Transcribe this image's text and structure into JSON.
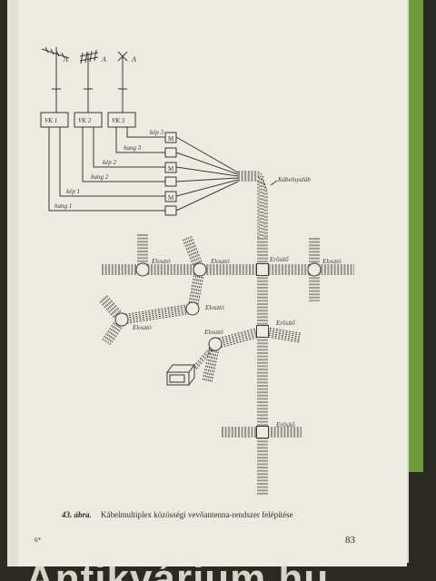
{
  "diagram": {
    "antennas": [
      {
        "id": "a1",
        "label": "A"
      },
      {
        "id": "a2",
        "label": "A"
      },
      {
        "id": "a3",
        "label": "A"
      }
    ],
    "amplifiers": [
      {
        "id": "vk1",
        "label": "VK 1"
      },
      {
        "id": "vk2",
        "label": "VK 2"
      },
      {
        "id": "vk3",
        "label": "VK 3"
      }
    ],
    "signals": [
      {
        "id": "kep3",
        "label": "kép 3",
        "module": "M"
      },
      {
        "id": "hang3",
        "label": "hang 3",
        "module": ""
      },
      {
        "id": "kep2",
        "label": "kép 2",
        "module": "M"
      },
      {
        "id": "hang2",
        "label": "hang 2",
        "module": ""
      },
      {
        "id": "kep1",
        "label": "kép 1",
        "module": "M"
      },
      {
        "id": "hang1",
        "label": "hang 1",
        "module": ""
      }
    ],
    "cable_label": "Kábelnyaláb",
    "distributor_label": "Elosztó",
    "amplifier_label": "Erősítő"
  },
  "caption": {
    "number": "43. ábra.",
    "text": "Kábelmultiplex közösségi vevőantenna-rendszer felépítése"
  },
  "footer": {
    "left_mark": "6*",
    "page_number": "83"
  },
  "watermark": "Antikvárium.hu",
  "colors": {
    "page": "#ecebe1",
    "ink": "#3a3a34",
    "green_edge": "#6f9a3a",
    "background": "#2b2a22"
  }
}
